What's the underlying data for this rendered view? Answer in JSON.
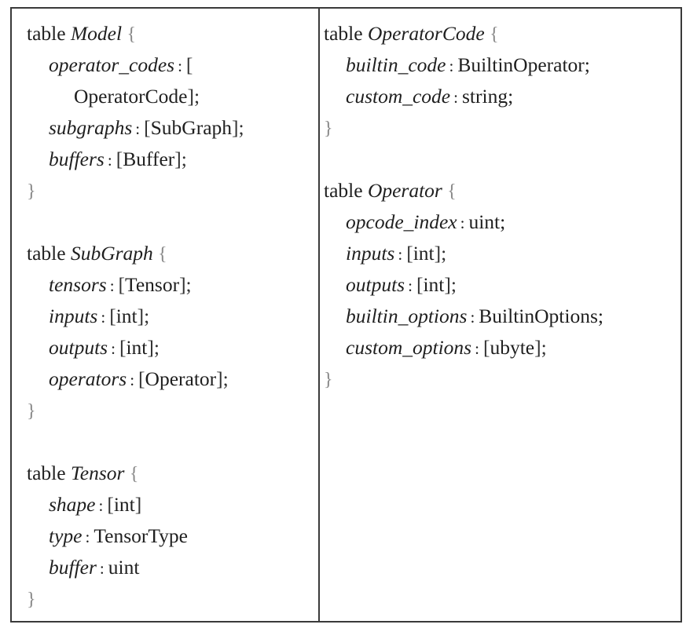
{
  "left_column": {
    "model": {
      "keyword": "table",
      "name": "Model",
      "open": "{",
      "f1_name": "operator_codes",
      "f1_colon": ":",
      "f1_open": "[",
      "f1_type": "OperatorCode",
      "f1_close": "];",
      "f2_name": "subgraphs",
      "f2_colon": ":",
      "f2_open": "[",
      "f2_type": "SubGraph",
      "f2_close": "];",
      "f3_name": "buffers",
      "f3_colon": ":",
      "f3_open": "[",
      "f3_type": "Buffer",
      "f3_close": "];",
      "close": "}"
    },
    "subgraph": {
      "keyword": "table",
      "name": "SubGraph",
      "open": "{",
      "f1_name": "tensors",
      "f1_colon": ":",
      "f1_open": "[",
      "f1_type": "Tensor",
      "f1_close": "];",
      "f2_name": "inputs",
      "f2_colon": ":",
      "f2_open": "[",
      "f2_type": "int",
      "f2_close": "];",
      "f3_name": "outputs",
      "f3_colon": ":",
      "f3_open": "[",
      "f3_type": "int",
      "f3_close": "];",
      "f4_name": "operators",
      "f4_colon": ":",
      "f4_open": "[",
      "f4_type": "Operator",
      "f4_close": "];",
      "close": "}"
    },
    "tensor": {
      "keyword": "table",
      "name": "Tensor",
      "open": "{",
      "f1_name": "shape",
      "f1_colon": ":",
      "f1_open": "[",
      "f1_type": "int",
      "f1_close": "]",
      "f2_name": "type",
      "f2_colon": ":",
      "f2_type": "TensorType",
      "f3_name": "buffer",
      "f3_colon": ":",
      "f3_type": "uint",
      "close": "}"
    }
  },
  "right_column": {
    "operatorcode": {
      "keyword": "table",
      "name": "OperatorCode",
      "open": "{",
      "f1_name": "builtin_code",
      "f1_colon": ":",
      "f1_type": "BuiltinOperator",
      "f1_end": ";",
      "f2_name": "custom_code",
      "f2_colon": ":",
      "f2_type": "string",
      "f2_end": ";",
      "close": "}"
    },
    "operator": {
      "keyword": "table",
      "name": "Operator",
      "open": "{",
      "f1_name": "opcode_index",
      "f1_colon": ":",
      "f1_type": "uint",
      "f1_end": ";",
      "f2_name": "inputs",
      "f2_colon": ":",
      "f2_open": "[",
      "f2_type": "int",
      "f2_close": "];",
      "f3_name": "outputs",
      "f3_colon": ":",
      "f3_open": "[",
      "f3_type": "int",
      "f3_close": "];",
      "f4_name": "builtin_options",
      "f4_colon": ":",
      "f4_type": "BuiltinOptions",
      "f4_end": ";",
      "f5_name": "custom_options",
      "f5_colon": ":",
      "f5_open": "[",
      "f5_type": "ubyte",
      "f5_close": "];",
      "close": "}"
    }
  }
}
